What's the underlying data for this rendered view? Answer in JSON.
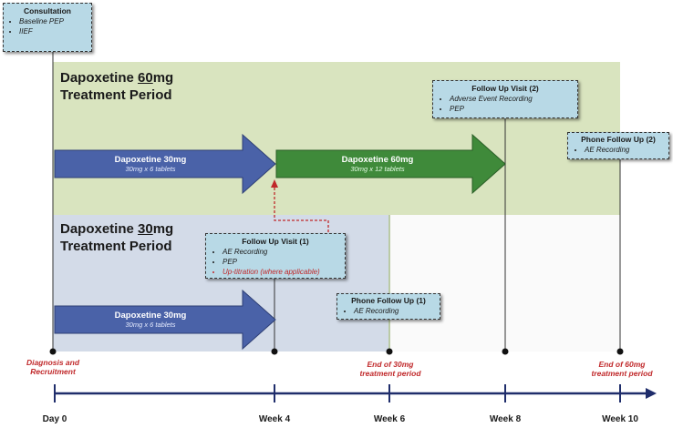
{
  "consultation": {
    "title": "Consultation",
    "items": [
      "Baseline PEP",
      "IIEF"
    ]
  },
  "band60": {
    "title_prefix": "Dapoxetine ",
    "title_dose": "60",
    "title_suffix": "mg",
    "title_line2": "Treatment Period",
    "color": "#d9e4bf"
  },
  "band30": {
    "title_prefix": "Dapoxetine ",
    "title_dose": "30",
    "title_suffix": "mg",
    "title_line2": "Treatment Period",
    "color": "#d3dbe8"
  },
  "arrows": {
    "top30": {
      "label": "Dapoxetine 30mg",
      "sub": "30mg x 6 tablets",
      "color": "#4a62a8"
    },
    "top60": {
      "label": "Dapoxetine 60mg",
      "sub": "30mg x 12 tablets",
      "color": "#3f8a3a"
    },
    "bottom30": {
      "label": "Dapoxetine 30mg",
      "sub": "30mg x 6 tablets",
      "color": "#4a62a8"
    }
  },
  "followup1": {
    "title": "Follow Up Visit (1)",
    "items": [
      "AE Recording",
      "PEP"
    ],
    "red_item": "Up-titration (where applicable)"
  },
  "followup2": {
    "title": "Follow Up Visit (2)",
    "items": [
      "Adverse Event Recording",
      "PEP"
    ]
  },
  "phone1": {
    "title": "Phone Follow Up (1)",
    "items": [
      "AE Recording"
    ]
  },
  "phone2": {
    "title": "Phone Follow Up (2)",
    "items": [
      "AE Recording"
    ]
  },
  "red_labels": {
    "diagnosis": [
      "Diagnosis and",
      "Recruitment"
    ],
    "end30": [
      "End of 30mg",
      "treatment period"
    ],
    "end60": [
      "End of 60mg",
      "treatment period"
    ]
  },
  "timeline": {
    "weeks": [
      "Day 0",
      "Week 4",
      "Week 6",
      "Week 8",
      "Week 10"
    ],
    "color": "#1f2d6b"
  }
}
